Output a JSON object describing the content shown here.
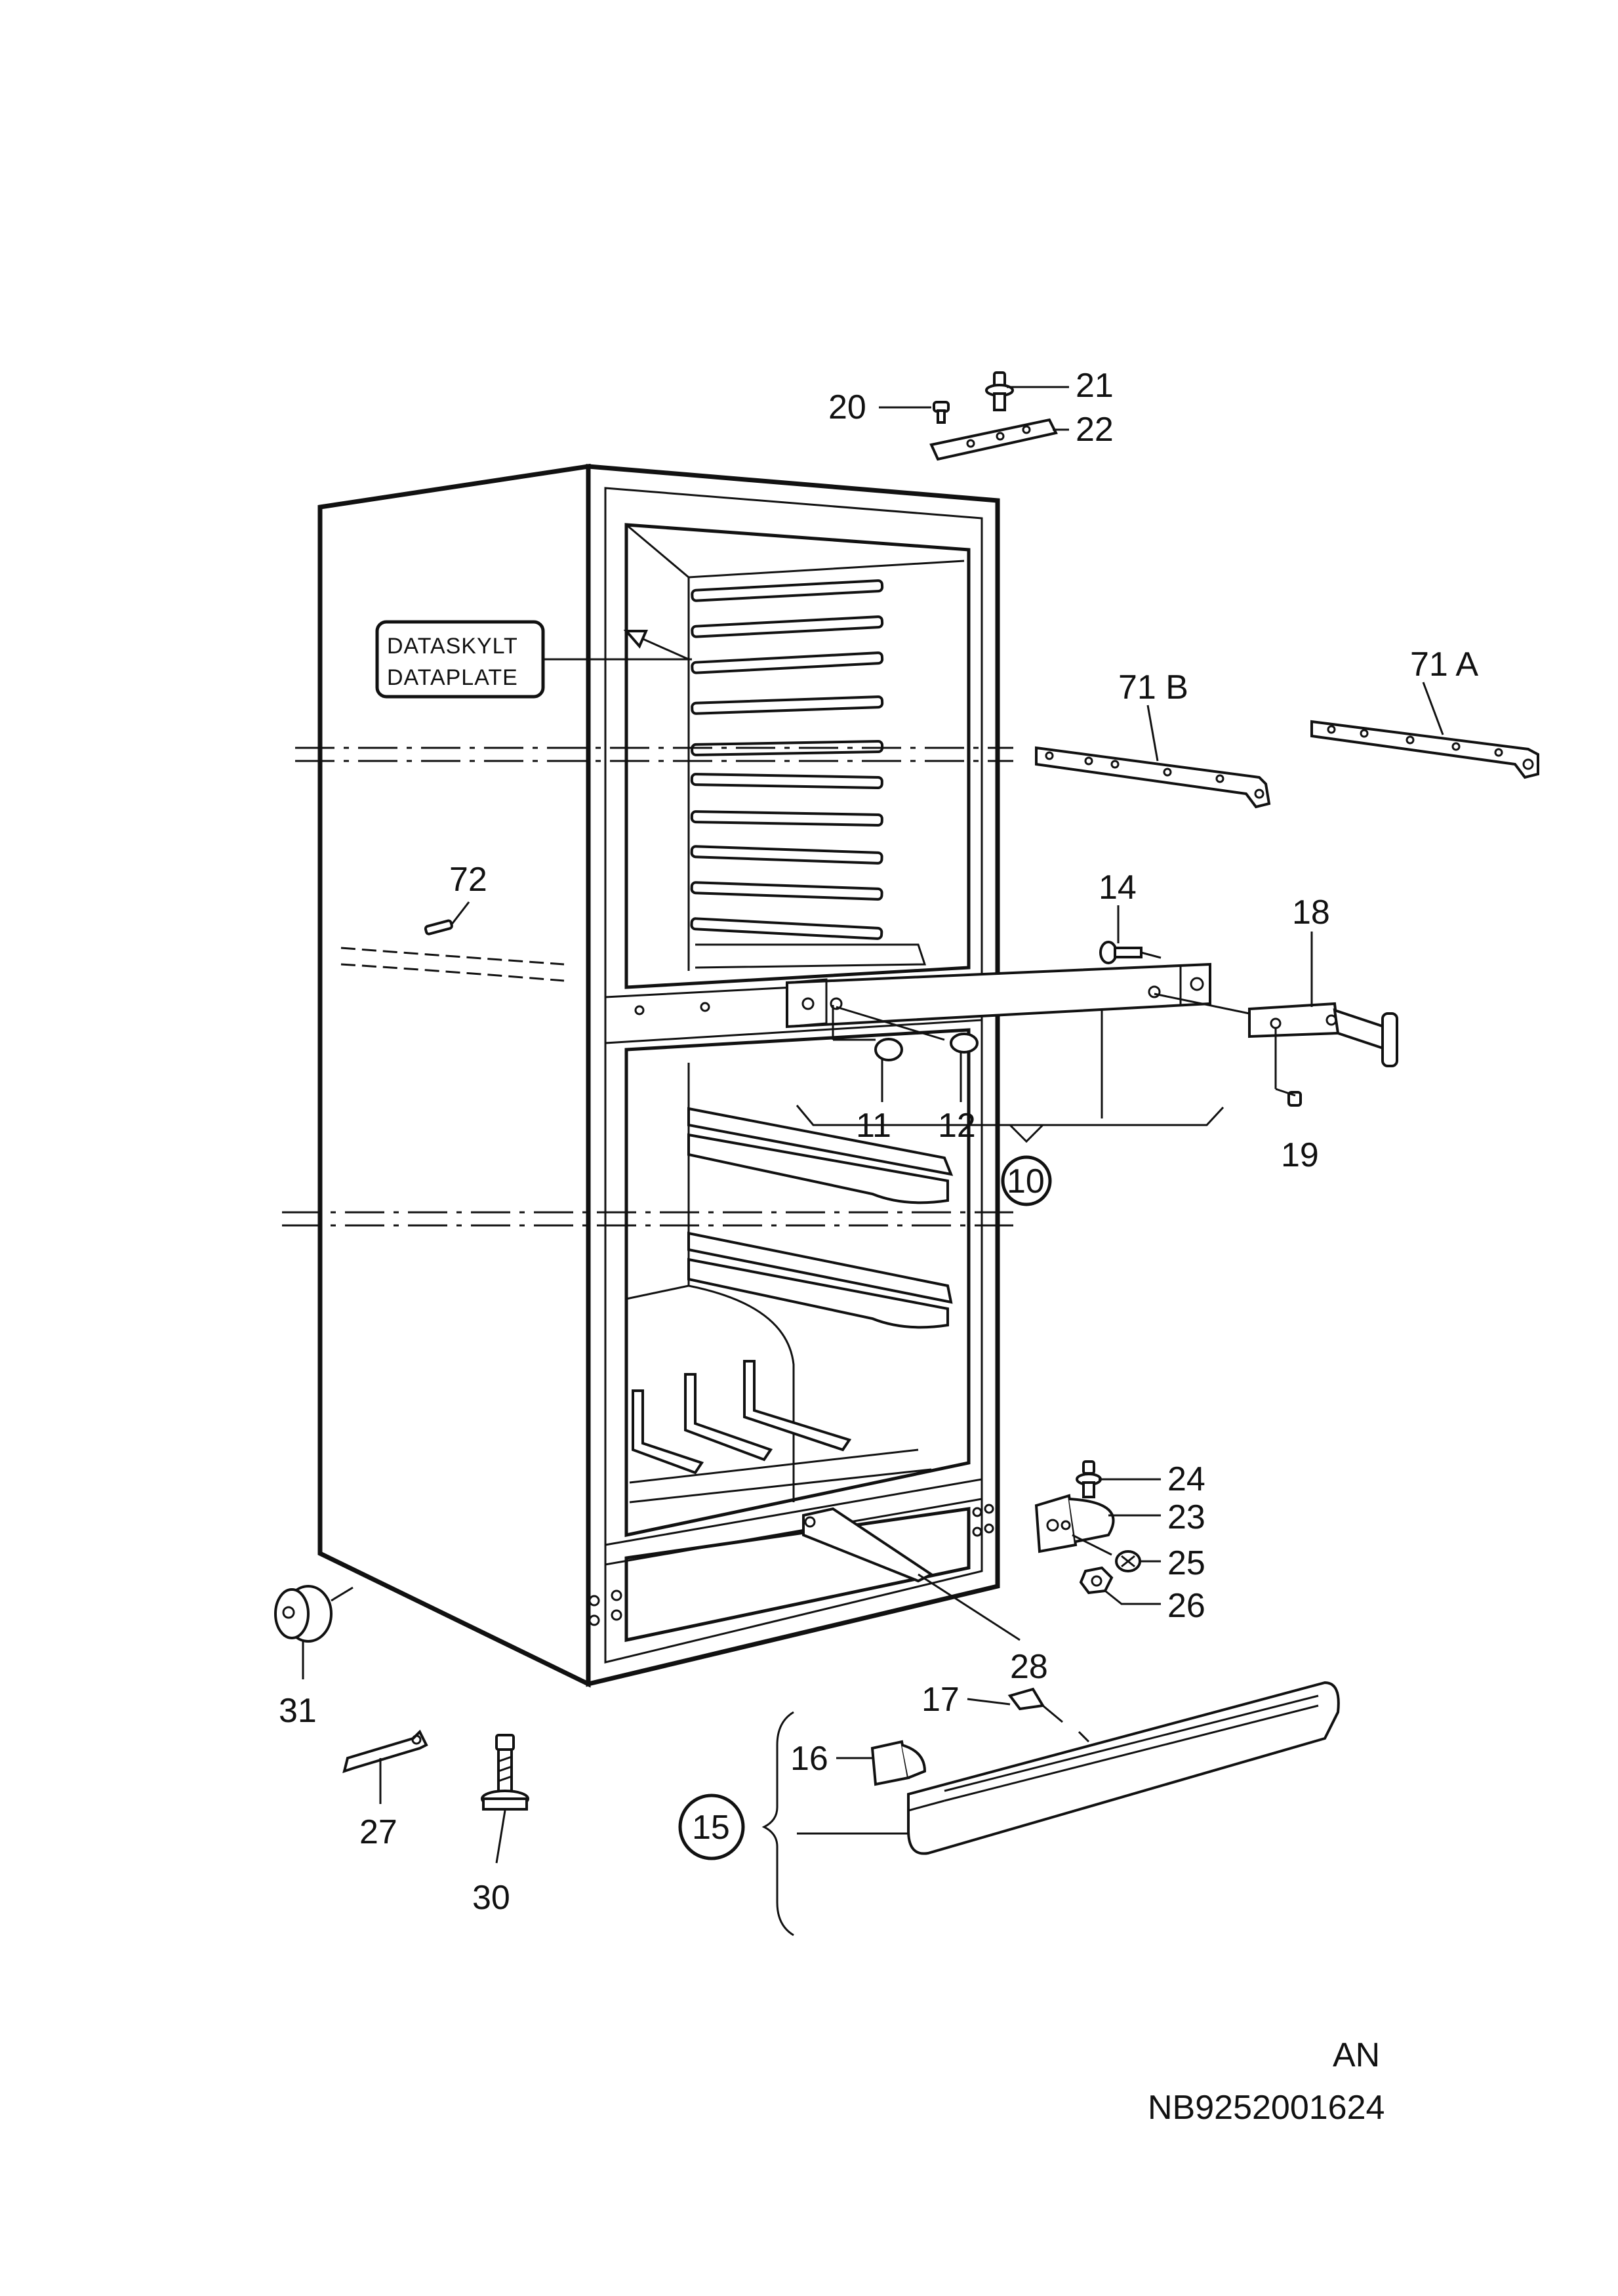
{
  "labels": {
    "p20": "20",
    "p21": "21",
    "p22": "22",
    "p71a": "71 A",
    "p71b": "71 B",
    "p72": "72",
    "p14": "14",
    "p18": "18",
    "p11": "11",
    "p12": "12",
    "p10": "10",
    "p19": "19",
    "p24": "24",
    "p23": "23",
    "p25": "25",
    "p26": "26",
    "p28": "28",
    "p31": "31",
    "p17": "17",
    "p16": "16",
    "p15": "15",
    "p27": "27",
    "p30": "30"
  },
  "dataplate": {
    "line1": "DATASKYLT",
    "line2": "DATAPLATE"
  },
  "footer": {
    "code": "AN",
    "number": "NB9252001624"
  }
}
